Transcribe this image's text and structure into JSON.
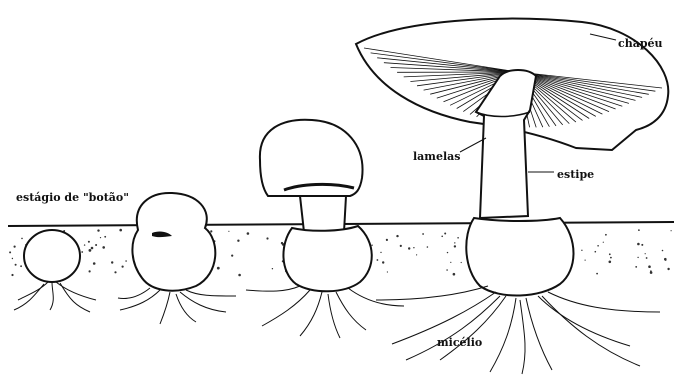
{
  "labels": {
    "budding_stage": "estágio de \"botão\"",
    "cap": "chapéu",
    "gills": "lamelas",
    "stipe": "estipe",
    "mycelium": "micélio"
  },
  "colors": {
    "ink": "#111111",
    "soil_fill": "#ffffff",
    "background": "#ffffff"
  },
  "stages": [
    "primordium",
    "budding",
    "young-fruiting-body",
    "mature-mushroom"
  ]
}
